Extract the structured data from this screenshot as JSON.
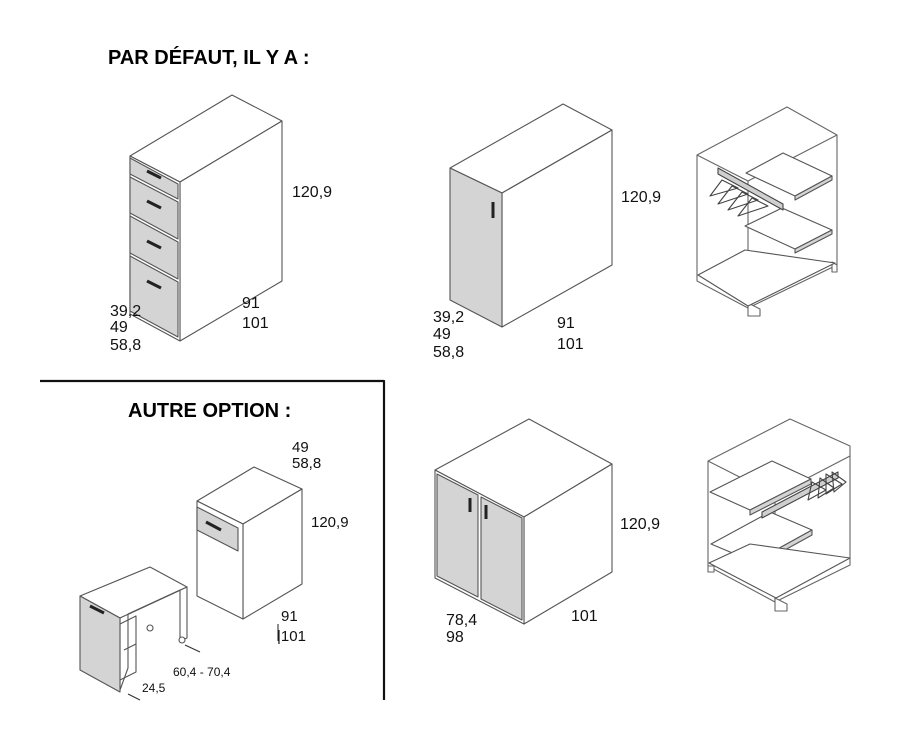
{
  "headings": {
    "default": "PAR DÉFAUT, IL Y A :",
    "option": "AUTRE OPTION :"
  },
  "colors": {
    "line": "#555555",
    "panel_light": "#ffffff",
    "panel_grey": "#d4d4d4",
    "frame": "#111111"
  },
  "drawer_unit": {
    "height": "120,9",
    "width": "39,2",
    "depth_a": "49",
    "depth_b": "58,8",
    "length_a": "91",
    "length_b": "101"
  },
  "single_door_unit": {
    "height": "120,9",
    "width": "39,2",
    "depth_a": "49",
    "depth_b": "58,8",
    "length_a": "91",
    "length_b": "101"
  },
  "desk_option": {
    "depth_a": "49",
    "depth_b": "58,8",
    "height": "120,9",
    "length_a": "91",
    "length_b": "|101",
    "extension": "60,4 - 70,4",
    "desk_width": "24,5"
  },
  "double_door_unit": {
    "height": "120,9",
    "width_a": "78,4",
    "width_b": "98",
    "length": "101"
  },
  "interiors": [
    {
      "name": "interior-single",
      "parts": [
        "hanging-rail",
        "hangers",
        "top-shelf",
        "middle-shelf",
        "bottom-shelf"
      ]
    },
    {
      "name": "interior-double",
      "parts": [
        "hanging-rail",
        "hangers",
        "top-shelf",
        "middle-shelf",
        "bottom-shelf"
      ]
    }
  ]
}
